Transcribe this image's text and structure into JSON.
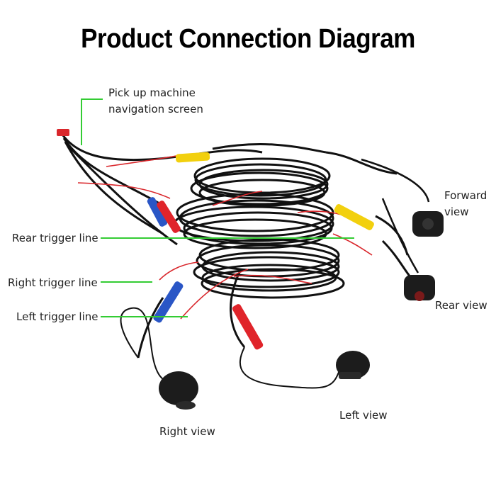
{
  "title": "Product Connection Diagram",
  "labels": {
    "pickup_line1": "Pick up machine",
    "pickup_line2": "navigation screen",
    "rear_trigger": "Rear trigger line",
    "right_trigger": "Right trigger line",
    "left_trigger": "Left trigger line",
    "forward_line1": "Forward",
    "forward_line2": "view",
    "rear_view": "Rear view",
    "right_view": "Right view",
    "left_view": "Left view"
  },
  "colors": {
    "leader": "#33cc33",
    "cable": "#111111",
    "red_wire": "#d9262b",
    "yellow_plug": "#f2d00e",
    "blue_plug": "#2a56c6",
    "red_plug": "#e0242a"
  }
}
